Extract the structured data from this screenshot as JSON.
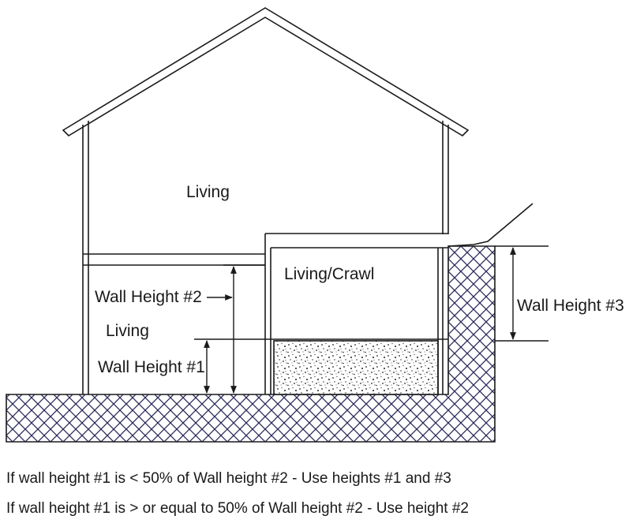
{
  "labels": {
    "living_upper": "Living",
    "living_crawl": "Living/Crawl",
    "wall_height_2": "Wall Height #2",
    "living_lower": "Living",
    "wall_height_1": "Wall Height #1",
    "wall_height_3": "Wall Height #3"
  },
  "notes": {
    "line1": "If wall height #1 is < 50% of Wall height #2 - Use heights #1 and #3",
    "line2": "If wall height #1 is > or equal to 50% of Wall height #2 - Use height #2"
  },
  "colors": {
    "line": "#1a1a1a",
    "earth_hatch": "#2a2a5a",
    "gravel_fill": "#ffffff"
  }
}
